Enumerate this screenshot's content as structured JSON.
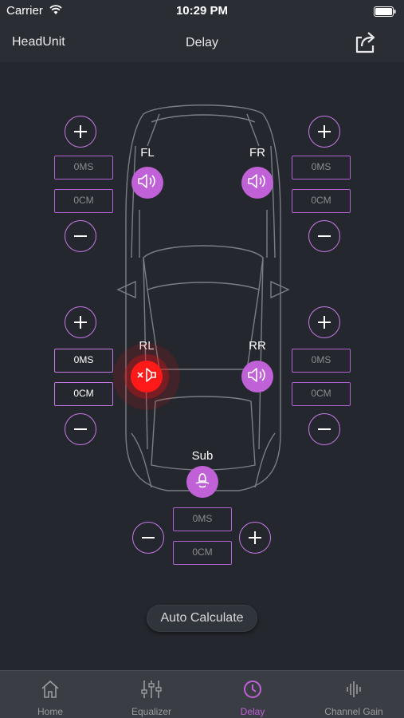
{
  "status": {
    "carrier": "Carrier",
    "time": "10:29 PM"
  },
  "nav": {
    "back_label": "HeadUnit",
    "title": "Delay",
    "share_icon": "share-icon"
  },
  "speakers": {
    "fl": {
      "label": "FL",
      "ms": "0MS",
      "cm": "0CM",
      "icon": "speaker-icon"
    },
    "fr": {
      "label": "FR",
      "ms": "0MS",
      "cm": "0CM",
      "icon": "speaker-icon"
    },
    "rl": {
      "label": "RL",
      "ms": "0MS",
      "cm": "0CM",
      "icon": "speaker-muted-icon",
      "muted": true
    },
    "rr": {
      "label": "RR",
      "ms": "0MS",
      "cm": "0CM",
      "icon": "speaker-icon"
    },
    "sub": {
      "label": "Sub",
      "ms": "0MS",
      "cm": "0CM",
      "icon": "subwoofer-icon"
    }
  },
  "auto_calculate_label": "Auto Calculate",
  "tabs": [
    {
      "label": "Home",
      "icon": "home-icon",
      "active": false
    },
    {
      "label": "Equalizer",
      "icon": "equalizer-icon",
      "active": false
    },
    {
      "label": "Delay",
      "icon": "clock-icon",
      "active": true
    },
    {
      "label": "Channel Gain",
      "icon": "waveform-icon",
      "active": false
    }
  ],
  "colors": {
    "accent": "#c061d8",
    "muted": "#ff1a1a",
    "background": "#24272e"
  }
}
